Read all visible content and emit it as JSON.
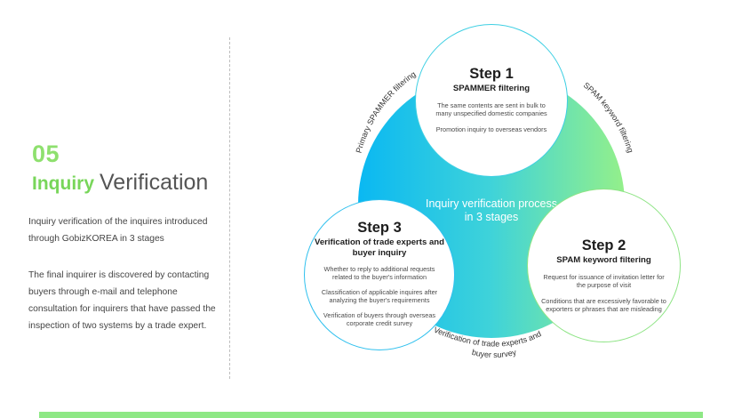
{
  "left_panel": {
    "number": "05",
    "title_strong": "Inquiry",
    "title_rest": "Verification",
    "paragraph_1": "Inquiry verification of the inquires introduced through GobizKOREA in 3 stages",
    "paragraph_2": "The final inquirer is discovered by contacting buyers through e-mail and telephone consultation for inquirers that have passed the inspection of two systems by a trade expert."
  },
  "diagram": {
    "center_label": "Inquiry verification process in 3 stages",
    "arc_labels": {
      "primary": "Primary SPAMMER filtering",
      "keyword": "SPAM keyword filtering",
      "verification_line1": "Verification of trade experts and",
      "verification_line2": "buyer survey"
    },
    "steps": [
      {
        "title": "Step 1",
        "subtitle": "SPAMMER filtering",
        "items": [
          "The same contents are sent in bulk to many unspecified domestic companies",
          "Promotion inquiry to overseas vendors"
        ]
      },
      {
        "title": "Step 2",
        "subtitle": "SPAM keyword filtering",
        "items": [
          "Request for issuance of invitation letter for the purpose of visit",
          "Conditions that are excessively favorable to exporters or phrases that are misleading"
        ]
      },
      {
        "title": "Step 3",
        "subtitle": "Verification of trade experts and buyer inquiry",
        "items": [
          "Whether to reply to additional requests related to the buyer's information",
          "Classification of applicable inquires after analyzing the buyer's requirements",
          "Verification of buyers through overseas corporate credit survey"
        ]
      }
    ]
  },
  "colors": {
    "accent_green": "#8ee06e",
    "gradient_cyan": "#0ab8f2",
    "gradient_green": "#94f08a",
    "bottom_bar": "#8ee885"
  }
}
